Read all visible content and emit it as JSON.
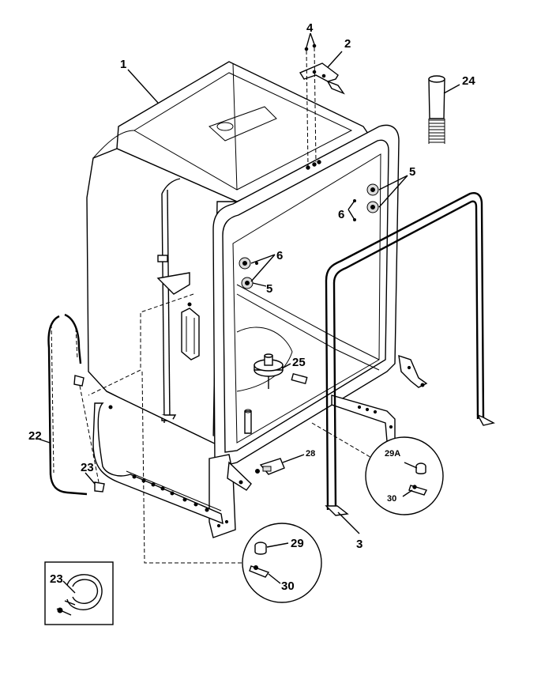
{
  "diagram": {
    "callouts": [
      {
        "key": "c1",
        "text": "1"
      },
      {
        "key": "c2",
        "text": "2"
      },
      {
        "key": "c3",
        "text": "3"
      },
      {
        "key": "c4",
        "text": "4"
      },
      {
        "key": "c5a",
        "text": "5"
      },
      {
        "key": "c5b",
        "text": "5"
      },
      {
        "key": "c6a",
        "text": "6"
      },
      {
        "key": "c6b",
        "text": "6"
      },
      {
        "key": "c22",
        "text": "22"
      },
      {
        "key": "c23a",
        "text": "23"
      },
      {
        "key": "c23b",
        "text": "23"
      },
      {
        "key": "c24",
        "text": "24"
      },
      {
        "key": "c25",
        "text": "25"
      },
      {
        "key": "c28",
        "text": "28"
      },
      {
        "key": "c29",
        "text": "29"
      },
      {
        "key": "c29a",
        "text": "29A"
      },
      {
        "key": "c30a",
        "text": "30"
      },
      {
        "key": "c30b",
        "text": "30"
      }
    ]
  }
}
